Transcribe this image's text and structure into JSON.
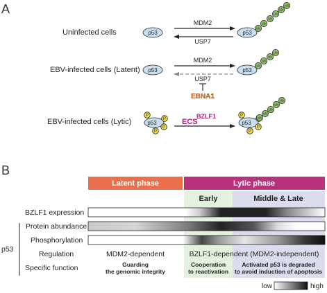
{
  "panel_a": {
    "label": "A",
    "rows": [
      {
        "label": "Uninfected cells",
        "top_enzyme": "MDM2",
        "bottom_enzyme": "USP7"
      },
      {
        "label": "EBV-infected cells (Latent)",
        "top_enzyme": "MDM2",
        "bottom_enzyme": "USP7",
        "inhibitor": "EBNA1"
      },
      {
        "label": "EBV-infected cells (Lytic)",
        "ecs_prefix": "ECS",
        "ecs_superscript": "BZLF1"
      }
    ],
    "p53_text": "p53",
    "ub_text": "Ub",
    "p_text": "P"
  },
  "panel_b": {
    "label": "B",
    "latent_header": "Latent phase",
    "lytic_header": "Lytic phase",
    "early_header": "Early",
    "middle_late_header": "Middle & Late",
    "bzlf1_label": "BZLF1 expression",
    "p53_group_label": "p53",
    "protein_label": "Protein abundance",
    "phos_label": "Phosphorylation",
    "regulation_label": "Regulation",
    "function_label": "Specific function",
    "regulation_latent": "MDM2-dependent",
    "regulation_lytic": "BZLF1-dependent (MDM2-independent)",
    "function_latent": [
      "Guarding",
      "the genomic integrity"
    ],
    "function_early": [
      "Cooperation",
      "to reactivation"
    ],
    "function_middle": [
      "Activated p53 is degraded",
      "to avoid induction of apoptosis"
    ],
    "legend_low": "low",
    "legend_high": "high"
  },
  "colors": {
    "latent": "#e8704a",
    "lytic": "#b8327e",
    "early_bg": "#e4f1df",
    "middle_bg": "#dcdcef",
    "p53_fill": "#c9dff0",
    "ub_fill": "#8fbd6b",
    "p_fill": "#f2e04a",
    "ebna1": "#e07b2e",
    "ecs": "#b01f7a"
  }
}
